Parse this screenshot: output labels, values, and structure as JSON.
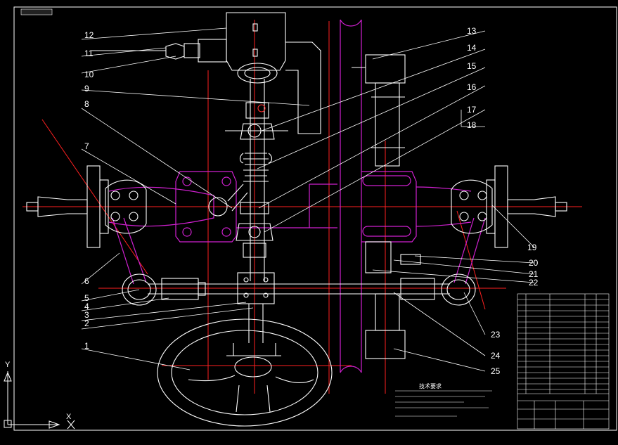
{
  "tab_label": "",
  "callouts": {
    "n1": "1",
    "n2": "2",
    "n3": "3",
    "n4": "4",
    "n5": "5",
    "n6": "6",
    "n7": "7",
    "n8": "8",
    "n9": "9",
    "n10": "10",
    "n11": "11",
    "n12": "12",
    "n13": "13",
    "n14": "14",
    "n15": "15",
    "n16": "16",
    "n17": "17",
    "n18": "18",
    "n19": "19",
    "n20": "20",
    "n21": "21",
    "n22": "22",
    "n23": "23",
    "n24": "24",
    "n25": "25"
  },
  "ucs": {
    "y": "Y",
    "x": "X"
  },
  "notes": {
    "title": "技术要求",
    "lines": [
      "",
      "",
      "",
      "",
      ""
    ]
  },
  "colors": {
    "background": "#000000",
    "frame": "#ffffff",
    "parts": "#ffffff",
    "center_lines": "#ff2020",
    "shaft": "#d020d0",
    "labels": "#ffffff",
    "ucs": "#ffffff"
  }
}
